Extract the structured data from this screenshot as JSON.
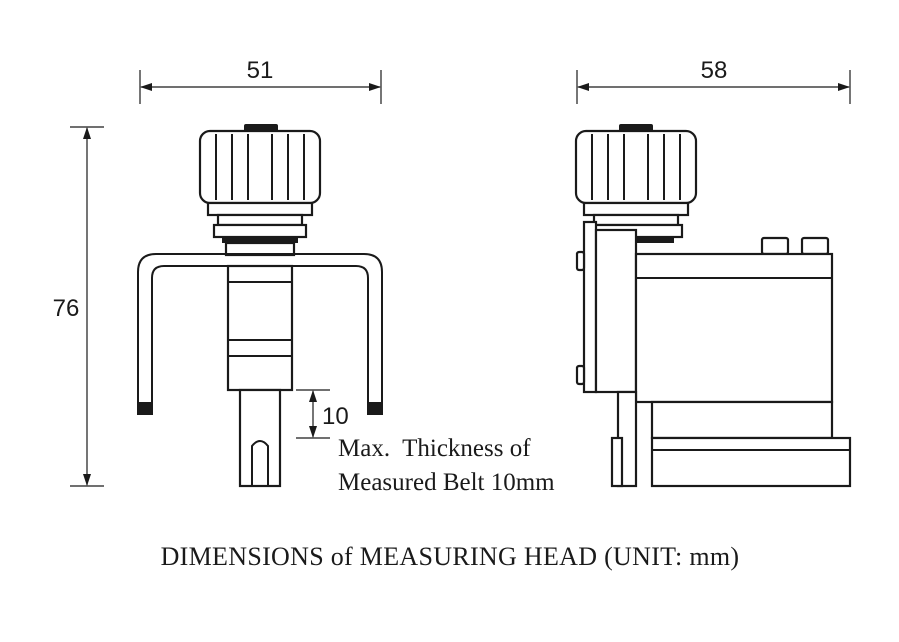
{
  "dimensions": {
    "front_width": "51",
    "side_width": "58",
    "height": "76",
    "max_thickness": "10"
  },
  "note": {
    "line1": "Max.  Thickness of",
    "line2": "Measured Belt 10mm"
  },
  "caption": "DIMENSIONS of MEASURING HEAD (UNIT: mm)",
  "colors": {
    "line": "#1a1a1a",
    "background": "#ffffff"
  }
}
